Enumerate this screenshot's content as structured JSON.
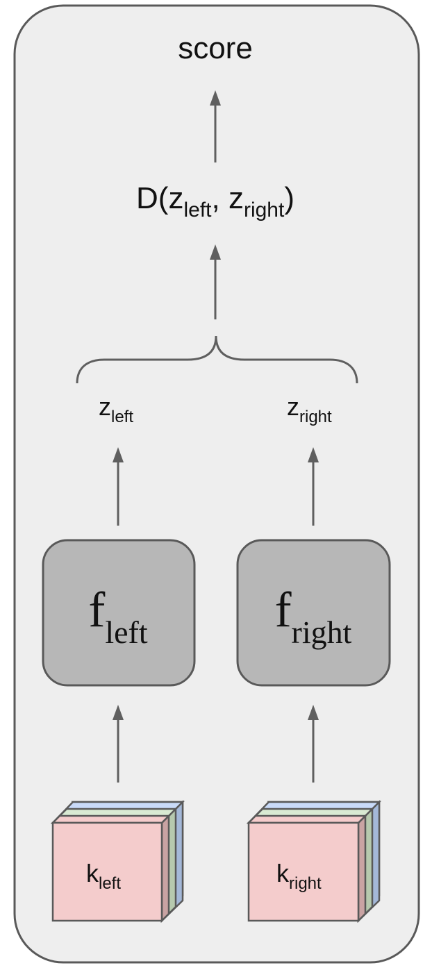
{
  "score": "score",
  "distance": {
    "base": "D(z",
    "sub1": "left",
    "mid": ", z",
    "sub2": "right",
    "end": ")"
  },
  "z_left": {
    "base": "z",
    "sub": "left"
  },
  "z_right": {
    "base": "z",
    "sub": "right"
  },
  "f_left": {
    "base": "f",
    "sub": "left"
  },
  "f_right": {
    "base": "f",
    "sub": "right"
  },
  "k_left": {
    "base": "k",
    "sub": "left"
  },
  "k_right": {
    "base": "k",
    "sub": "right"
  },
  "colors": {
    "panel": "#eeeeee",
    "panel_border": "#595959",
    "encoder_fill": "#b7b7b7",
    "encoder_border": "#595959",
    "kernel_front": "#f4cccc",
    "kernel_layer_green": "#d9ead3",
    "kernel_layer_blue": "#c9daf8",
    "kernel_side_blue": "#a4b8d8",
    "kernel_side_green": "#b6c9ae",
    "kernel_side_red": "#c9a3a3",
    "arrow": "#5f5f5f"
  }
}
